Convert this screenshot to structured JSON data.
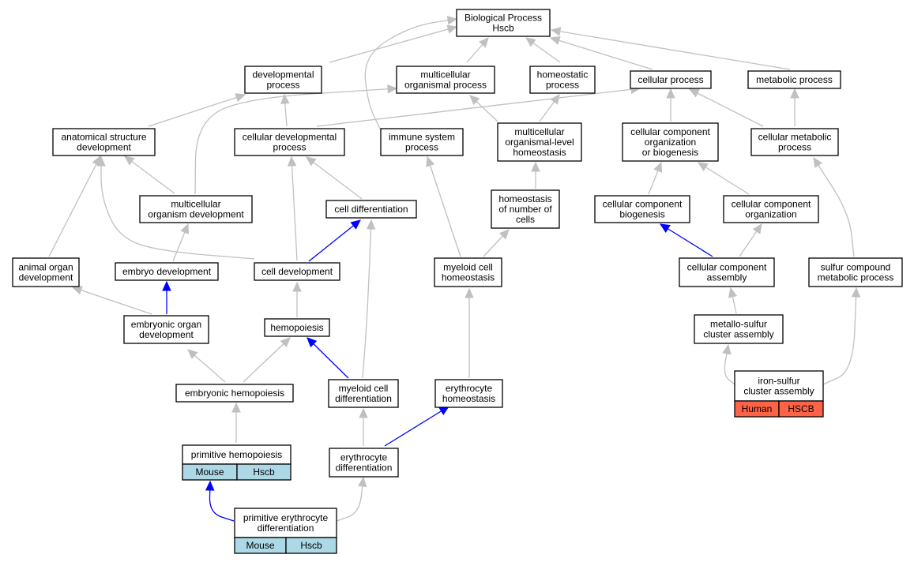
{
  "colors": {
    "grey_edge": "#c0c0c0",
    "blue_edge": "#0000ff",
    "mouse_cell": "#add8e6",
    "human_cell": "#ff6347"
  },
  "nodes": [
    {
      "id": "root",
      "lines": [
        "Biological Process",
        "Hscb"
      ]
    },
    {
      "id": "developmental-process",
      "lines": [
        "developmental",
        "process"
      ]
    },
    {
      "id": "multicellular-organismal-process",
      "lines": [
        "multicellular",
        "organismal process"
      ]
    },
    {
      "id": "homeostatic-process",
      "lines": [
        "homeostatic",
        "process"
      ]
    },
    {
      "id": "cellular-process",
      "lines": [
        "cellular process"
      ]
    },
    {
      "id": "metabolic-process",
      "lines": [
        "metabolic process"
      ]
    },
    {
      "id": "anatomical-structure-development",
      "lines": [
        "anatomical structure",
        "development"
      ]
    },
    {
      "id": "cellular-developmental-process",
      "lines": [
        "cellular developmental",
        "process"
      ]
    },
    {
      "id": "immune-system-process",
      "lines": [
        "immune system",
        "process"
      ]
    },
    {
      "id": "multicellular-organismal-level-homeostasis",
      "lines": [
        "multicellular",
        "organismal-level",
        "homeostasis"
      ]
    },
    {
      "id": "cellular-component-organization-or-biogenesis",
      "lines": [
        "cellular component",
        "organization",
        "or biogenesis"
      ]
    },
    {
      "id": "cellular-metabolic-process",
      "lines": [
        "cellular metabolic",
        "process"
      ]
    },
    {
      "id": "multicellular-organism-development",
      "lines": [
        "multicellular",
        "organism development"
      ]
    },
    {
      "id": "cell-differentiation",
      "lines": [
        "cell differentiation"
      ]
    },
    {
      "id": "homeostasis-of-number-of-cells",
      "lines": [
        "homeostasis",
        "of number of",
        "cells"
      ]
    },
    {
      "id": "cellular-component-biogenesis",
      "lines": [
        "cellular component",
        "biogenesis"
      ]
    },
    {
      "id": "cellular-component-organization",
      "lines": [
        "cellular component",
        "organization"
      ]
    },
    {
      "id": "animal-organ-development",
      "lines": [
        "animal organ",
        "development"
      ]
    },
    {
      "id": "embryo-development",
      "lines": [
        "embryo development"
      ]
    },
    {
      "id": "cell-development",
      "lines": [
        "cell development"
      ]
    },
    {
      "id": "myeloid-cell-homeostasis",
      "lines": [
        "myeloid cell",
        "homeostasis"
      ]
    },
    {
      "id": "cellular-component-assembly",
      "lines": [
        "cellular component",
        "assembly"
      ]
    },
    {
      "id": "sulfur-compound-metabolic-process",
      "lines": [
        "sulfur compound",
        "metabolic process"
      ]
    },
    {
      "id": "embryonic-organ-development",
      "lines": [
        "embryonic organ",
        "development"
      ]
    },
    {
      "id": "hemopoiesis",
      "lines": [
        "hemopoiesis"
      ]
    },
    {
      "id": "metallo-sulfur-cluster-assembly",
      "lines": [
        "metallo-sulfur",
        "cluster assembly"
      ]
    },
    {
      "id": "embryonic-hemopoiesis",
      "lines": [
        "embryonic hemopoiesis"
      ]
    },
    {
      "id": "myeloid-cell-differentiation",
      "lines": [
        "myeloid cell",
        "differentiation"
      ]
    },
    {
      "id": "erythrocyte-homeostasis",
      "lines": [
        "erythrocyte",
        "homeostasis"
      ]
    },
    {
      "id": "iron-sulfur-cluster-assembly",
      "lines": [
        "iron-sulfur",
        "cluster assembly"
      ],
      "annot": {
        "species": "Human",
        "gene": "HSCB",
        "color": "human_cell"
      }
    },
    {
      "id": "primitive-hemopoiesis",
      "lines": [
        "primitive hemopoiesis"
      ],
      "annot": {
        "species": "Mouse",
        "gene": "Hscb",
        "color": "mouse_cell"
      }
    },
    {
      "id": "erythrocyte-differentiation",
      "lines": [
        "erythrocyte",
        "differentiation"
      ]
    },
    {
      "id": "primitive-erythrocyte-differentiation",
      "lines": [
        "primitive erythrocyte",
        "differentiation"
      ],
      "annot": {
        "species": "Mouse",
        "gene": "Hscb",
        "color": "mouse_cell"
      }
    }
  ]
}
